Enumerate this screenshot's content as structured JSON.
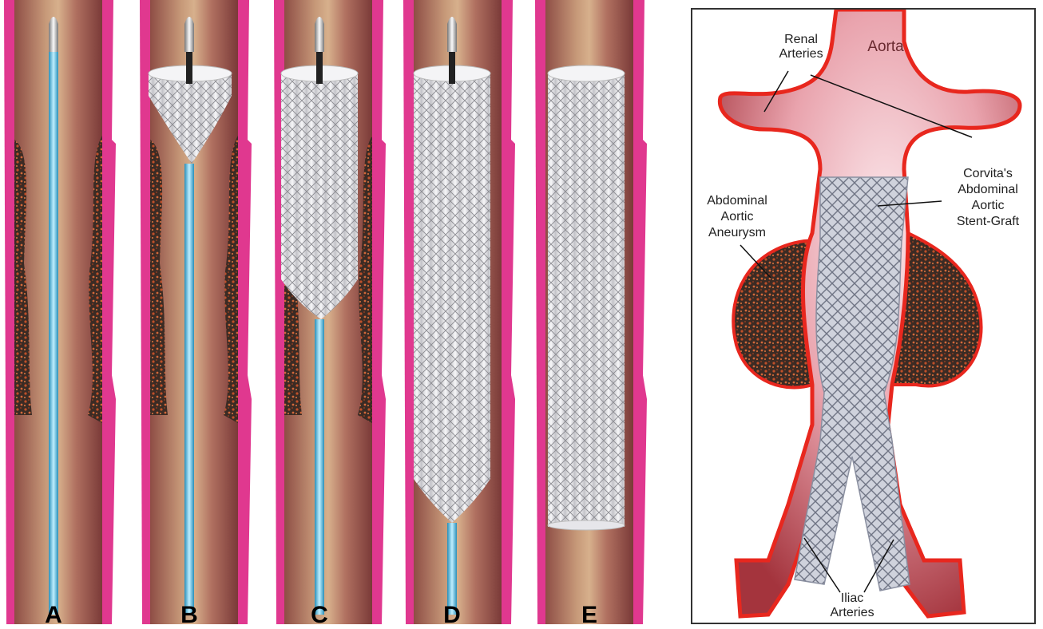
{
  "stages": [
    {
      "letter": "A",
      "step": "guidewire"
    },
    {
      "letter": "B",
      "step": "partial-deploy-1"
    },
    {
      "letter": "C",
      "step": "partial-deploy-2"
    },
    {
      "letter": "D",
      "step": "partial-deploy-3"
    },
    {
      "letter": "E",
      "step": "deployed"
    }
  ],
  "anatomy": {
    "aorta": "Aorta",
    "renal_arteries": [
      "Renal",
      "Arteries"
    ],
    "stent_graft": [
      "Corvita's",
      "Abdominal",
      "Aortic",
      "Stent-Graft"
    ],
    "aneurysm": [
      "Abdominal",
      "Aortic",
      "Aneurysm"
    ],
    "iliac_arteries": [
      "Iliac",
      "Arteries"
    ]
  },
  "colors": {
    "vessel_wall": "#e0388f",
    "lumen": "#b9776a",
    "plaque": "#6a3a28",
    "guidewire": "#5ec3e6",
    "stent": "#e8e8ec",
    "aorta_outline": "#e8271e"
  }
}
